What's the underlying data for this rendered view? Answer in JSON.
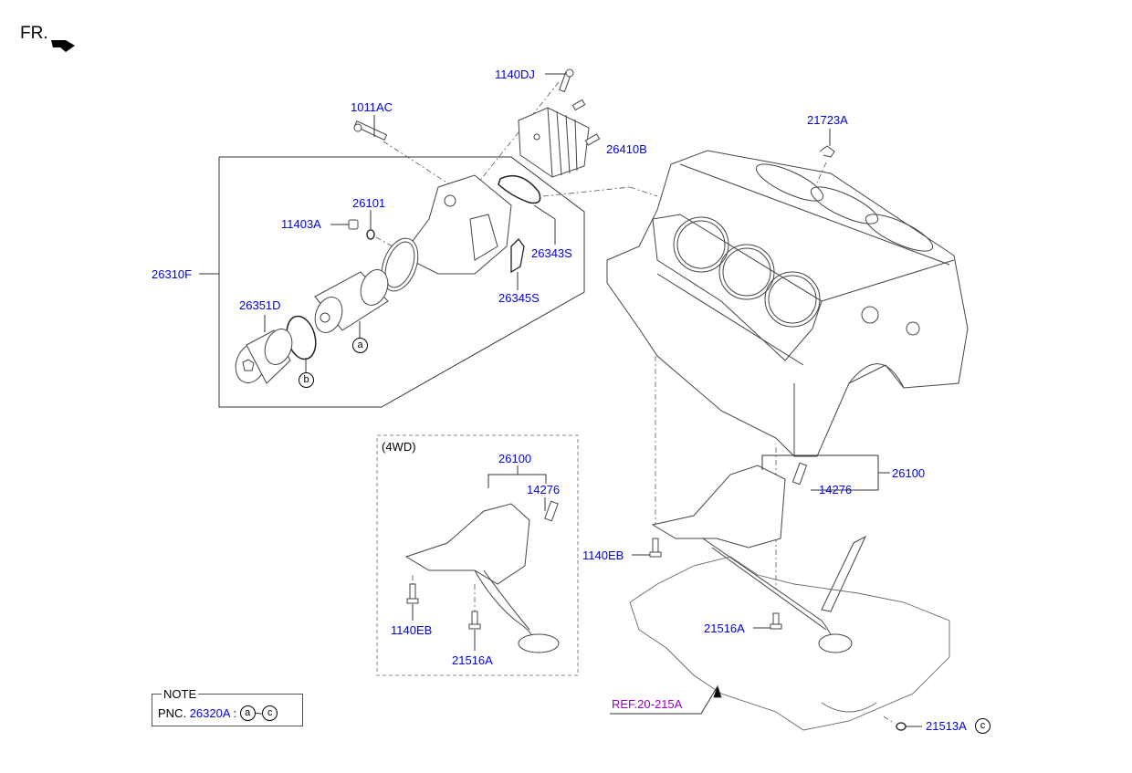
{
  "orientation": {
    "label": "FR.",
    "icon": "front-arrow-icon"
  },
  "parts": {
    "p1140DJ": "1140DJ",
    "p1011AC": "1011AC",
    "p26410B": "26410B",
    "p21723A": "21723A",
    "p26101": "26101",
    "p11403A": "11403A",
    "p26343S": "26343S",
    "p26310F": "26310F",
    "p26345S": "26345S",
    "p26351D": "26351D",
    "p26100_main": "26100",
    "p14276_main": "14276",
    "p1140EB_main": "1140EB",
    "p21516A_main": "21516A",
    "p21513A": "21513A",
    "p26100_4wd": "26100",
    "p14276_4wd": "14276",
    "p1140EB_4wd": "1140EB",
    "p21516A_4wd": "21516A"
  },
  "callouts": {
    "a": "a",
    "b": "b",
    "c": "c"
  },
  "inset": {
    "title": "(4WD)"
  },
  "reference": {
    "label": "REF.20-215A"
  },
  "note": {
    "title": "NOTE",
    "prefix": "PNC.",
    "pnc": "26320A",
    "separator": ":",
    "range_start": "a",
    "range_tilde": "~",
    "range_end": "c"
  },
  "colors": {
    "part_link": "#0000ee",
    "reference_link": "#9900cc",
    "line": "#333333"
  }
}
